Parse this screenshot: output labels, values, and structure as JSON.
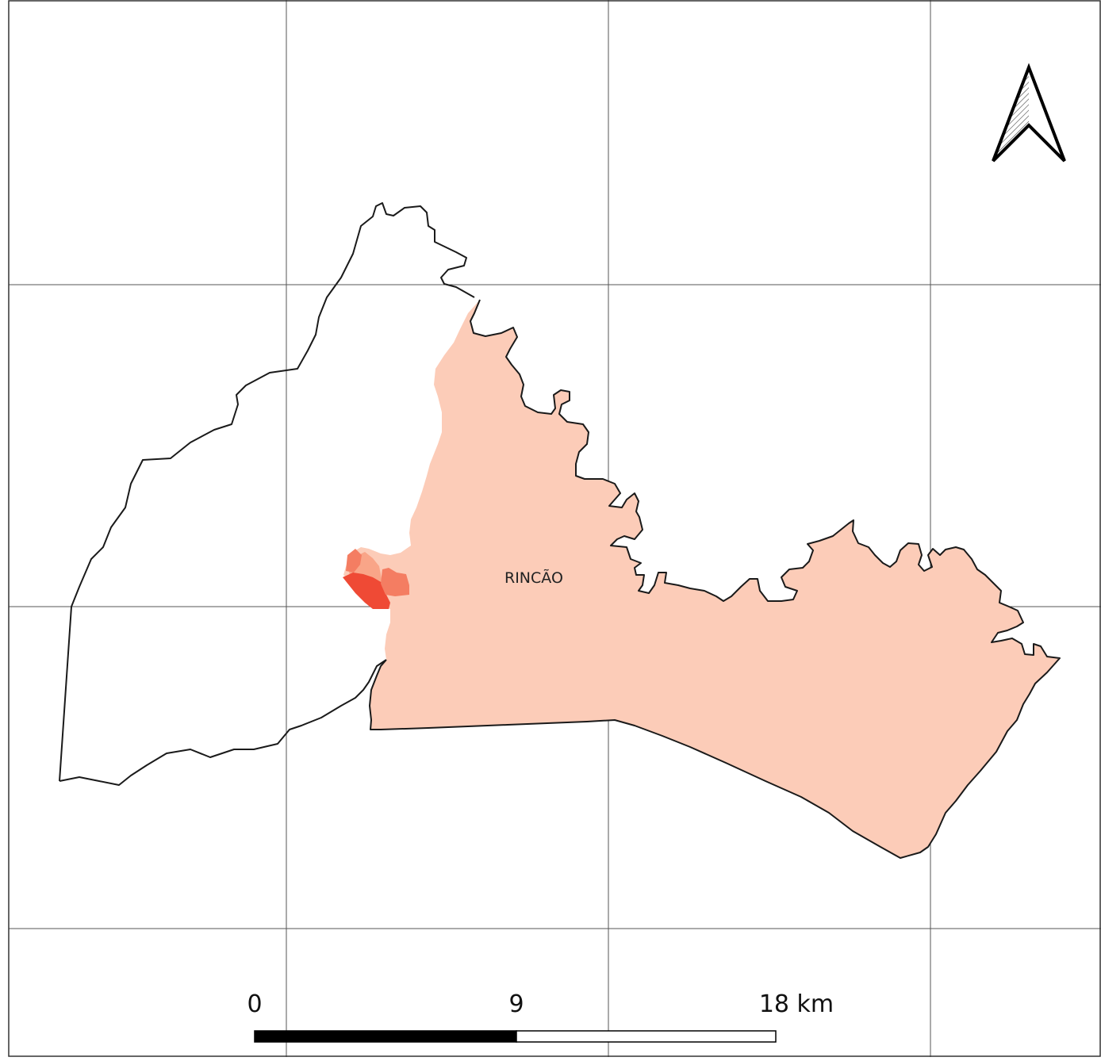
{
  "map": {
    "place_label": "RINCÃO",
    "colors": {
      "background": "#ffffff",
      "grid": "#555555",
      "outline": "#1a1a1a",
      "region_fill": "#fcccb8",
      "urban_dark": "#ef4a35",
      "urban_mid": "#f47d62",
      "urban_light": "#f9a588"
    }
  },
  "scale_bar": {
    "label_start": "0",
    "label_mid": "9",
    "label_end": "18 km",
    "dark_segment_color": "#000000",
    "light_segment_color": "#ffffff"
  },
  "north_arrow": {
    "icon": "north-arrow-icon"
  }
}
